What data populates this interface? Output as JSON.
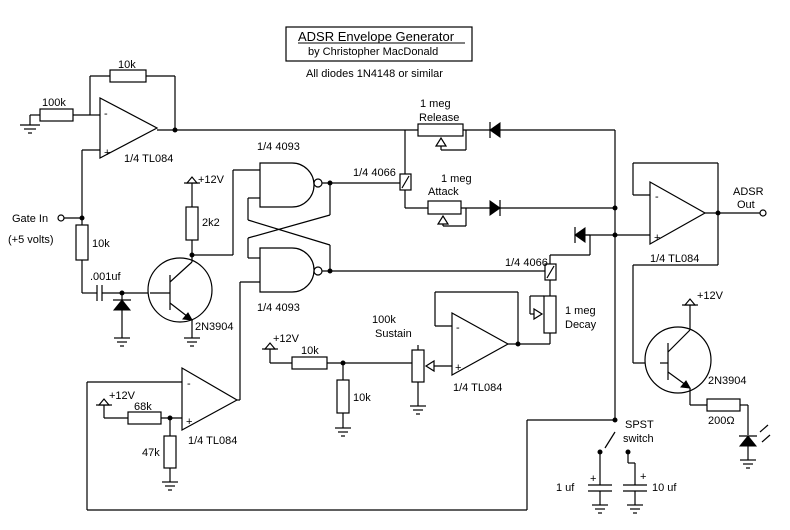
{
  "header": {
    "title": "ADSR Envelope Generator",
    "author": "by Christopher MacDonald",
    "note": "All diodes 1N4148 or similar"
  },
  "labels": {
    "r_10k_feedback": "10k",
    "r_100k_input": "100k",
    "opamp_gate": "1/4 TL084",
    "gate_in": "Gate In",
    "gate_volts": "(+5 volts)",
    "r_10k_gate": "10k",
    "cap_001": ".001uf",
    "v12_a": "+12V",
    "r_2k2": "2k2",
    "nand_top": "1/4 4093",
    "nand_bottom": "1/4 4093",
    "q1": "2N3904",
    "switch_top": "1/4 4066",
    "switch_bottom": "1/4 4066",
    "release_value": "1 meg",
    "release_name": "Release",
    "attack_value": "1 meg",
    "attack_name": "Attack",
    "decay_value": "1 meg",
    "decay_name": "Decay",
    "sustain_value": "100k",
    "sustain_name": "Sustain",
    "v12_b": "+12V",
    "r_10k_sustain_series": "10k",
    "r_10k_sustain_gnd": "10k",
    "opamp_sustain": "1/4 TL084",
    "v12_c": "+12V",
    "r_68k": "68k",
    "r_47k": "47k",
    "opamp_comp": "1/4 TL084",
    "opamp_out": "1/4 TL084",
    "adsr": "ADSR",
    "out": "Out",
    "v12_d": "+12V",
    "q2": "2N3904",
    "r_200": "200Ω",
    "spst": "SPST",
    "switch_word": "switch",
    "cap_1uf": "1 uf",
    "cap_10uf": "10 uf",
    "minus": "-",
    "plus": "+"
  }
}
